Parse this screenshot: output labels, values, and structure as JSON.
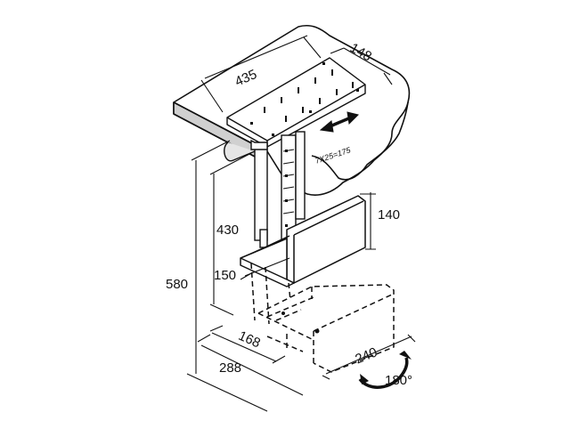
{
  "diagram": {
    "dimensions": {
      "desk_length": "435",
      "desk_depth": "148",
      "hole_pattern": "7X25=175",
      "height_min": "430",
      "height_max": "580",
      "bracket_height": "140",
      "bracket_top_width": "150",
      "case_width": "168",
      "base_width": "288",
      "case_depth": "240",
      "rotation": "180°"
    },
    "colors": {
      "ink": "#111111",
      "desk_shading": "#c9c9c9"
    },
    "icons": {
      "slide": "double-arrow-icon",
      "rotate": "rotate-arrow-icon"
    }
  }
}
